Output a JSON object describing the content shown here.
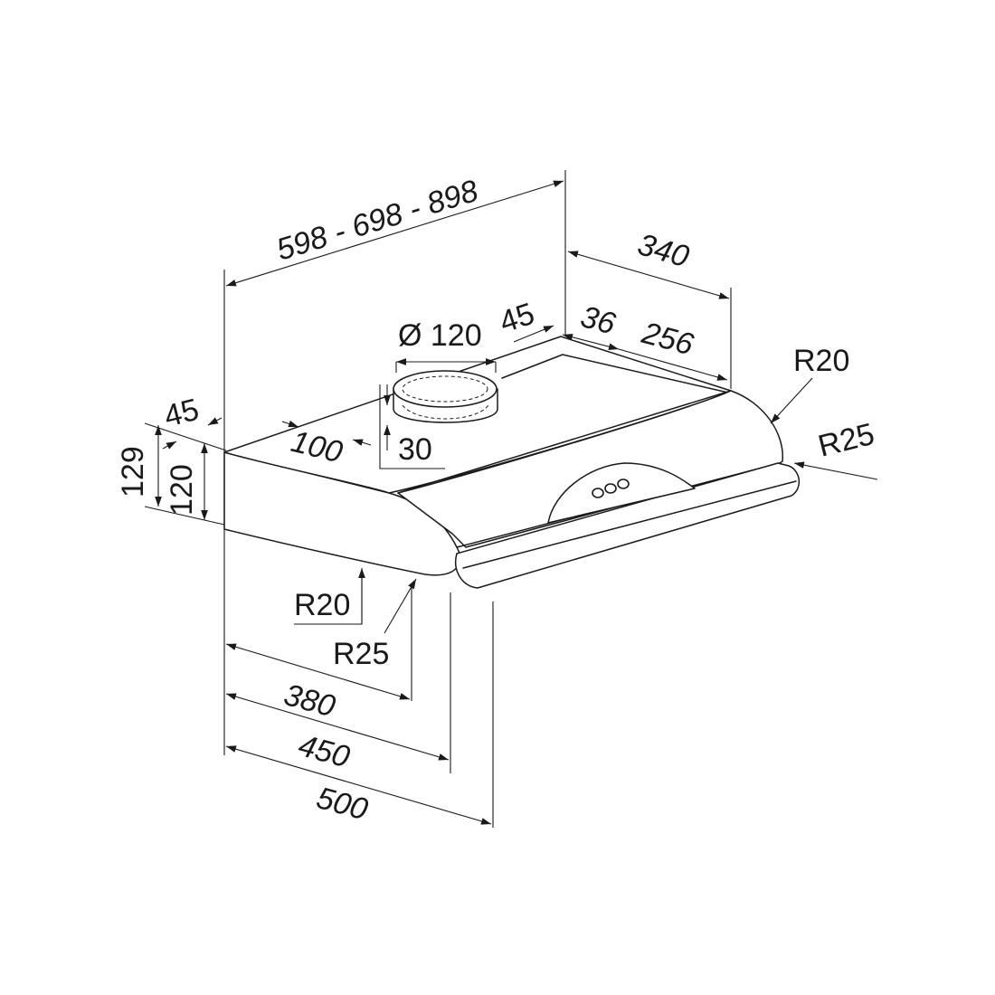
{
  "dimensions": {
    "width_options": "598 - 698 - 898",
    "depth_top": "340",
    "duct_diameter": "Ø 120",
    "offset_45_rear": "45",
    "offset_36": "36",
    "depth_256": "256",
    "radius_top_right": "R20",
    "radius_front_right": "R25",
    "offset_45_left": "45",
    "height_129": "129",
    "height_120": "120",
    "offset_100": "100",
    "collar_30": "30",
    "radius_bottom_20": "R20",
    "radius_bottom_25": "R25",
    "depth_380": "380",
    "depth_450": "450",
    "depth_500": "500"
  }
}
